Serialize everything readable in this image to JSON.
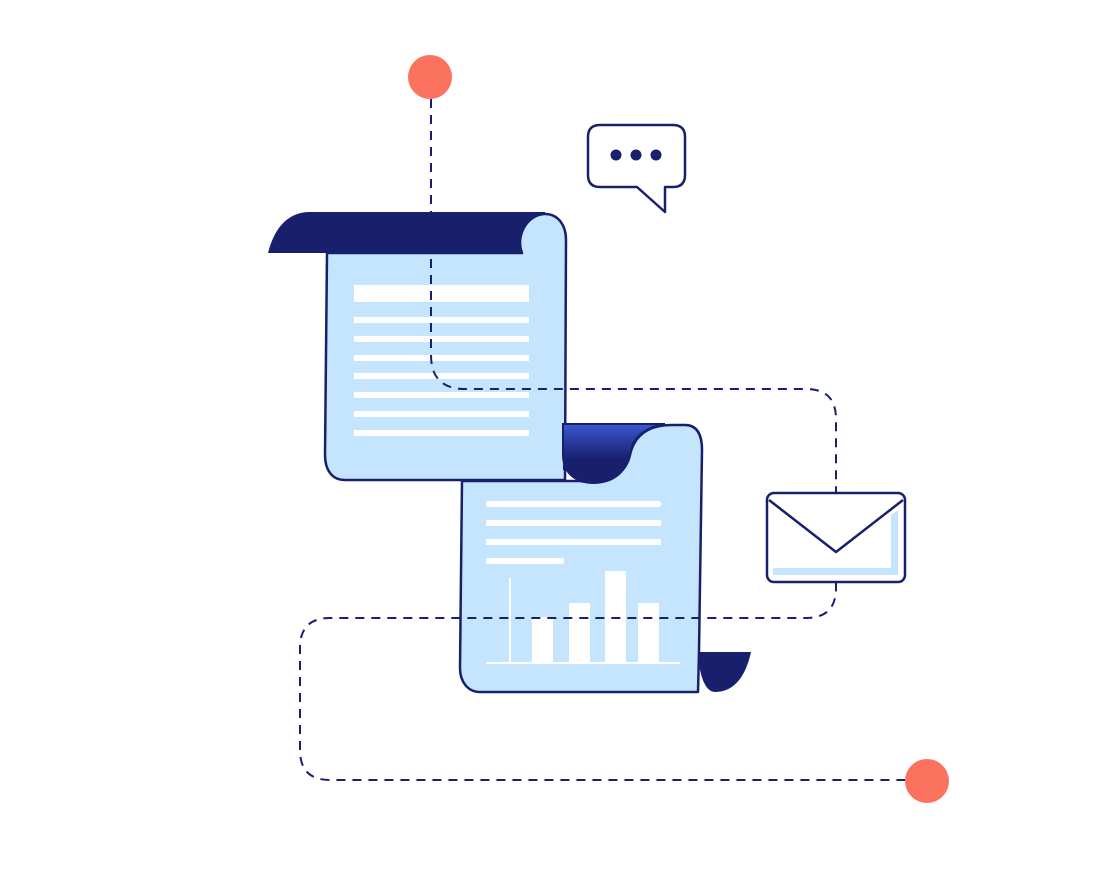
{
  "illustration": {
    "subject": "document-scrolls-with-connections",
    "icons": [
      "document-scroll-icon",
      "report-scroll-icon",
      "chat-bubble-icon",
      "envelope-icon",
      "endpoint-dot-icon"
    ],
    "colors": {
      "navy": "#18206e",
      "paper": "#c5e4fd",
      "accent_dot": "#fb735f",
      "gradient_top": "#3c56d0",
      "white": "#ffffff"
    },
    "report_chart": {
      "type": "bar",
      "values": [
        46,
        60,
        92,
        60
      ]
    }
  }
}
